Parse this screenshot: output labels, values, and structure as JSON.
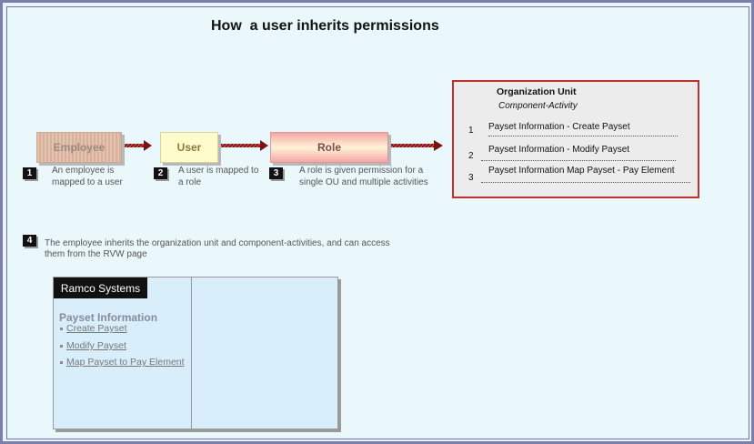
{
  "title": "How  a user inherits permissions",
  "flow": {
    "employee_label": "Employee",
    "user_label": "User",
    "role_label": "Role"
  },
  "steps": [
    {
      "number": "1",
      "caption": "An employee is mapped  to a user"
    },
    {
      "number": "2",
      "caption": "A user is mapped  to a role"
    },
    {
      "number": "3",
      "caption": "A role is given permission for a single OU and multiple activities"
    },
    {
      "number": "4",
      "caption": "The employee inherits the organization unit and component-activities, and can access them  from the RVW page"
    }
  ],
  "org_unit": {
    "title": "Organization Unit",
    "subtitle": "Component-Activity",
    "rows": [
      {
        "number": "1",
        "label": "Payset Information - Create Payset"
      },
      {
        "number": "2",
        "label": "Payset Information - Modify Payset"
      },
      {
        "number": "3",
        "label": "Payset Information Map Payset - Pay Element"
      }
    ]
  },
  "rvw": {
    "tab_label": "Ramco Systems",
    "heading": "Payset Information",
    "links": [
      "Create Payset",
      "Modify Payset",
      "Map Payset to Pay Element"
    ]
  },
  "colors": {
    "frame_border": "#7c7fae",
    "background": "#eaf7fb",
    "arrow": "#8b1a1a",
    "org_unit_border": "#c0302f",
    "rvw_panel": "#d8eefb"
  }
}
